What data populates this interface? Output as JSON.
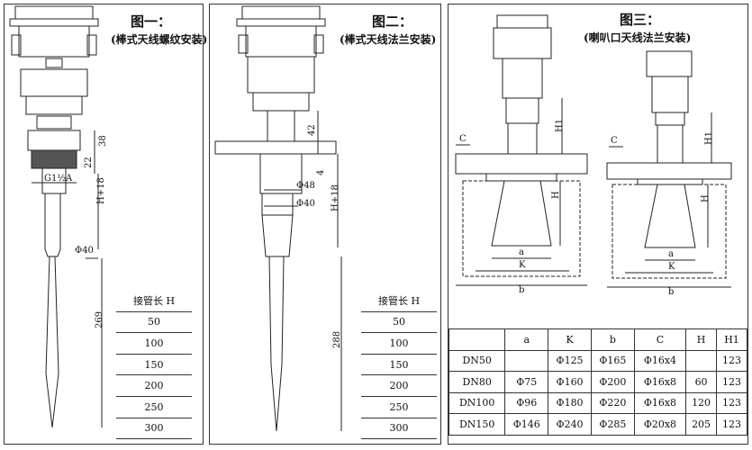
{
  "fig1": {
    "title": "图一：",
    "subtitle": "(棒式天线螺纹安装)",
    "dims": {
      "d38": "38",
      "d22": "22",
      "thread": "G1½A",
      "h18": "H+18",
      "phi40": "Φ40",
      "d269": "269"
    },
    "table_header": "接管长 H",
    "lengths": [
      "50",
      "100",
      "150",
      "200",
      "250",
      "300"
    ]
  },
  "fig2": {
    "title": "图二：",
    "subtitle": "(棒式天线法兰安装)",
    "dims": {
      "d42": "42",
      "d4": "4",
      "phi48": "Φ48",
      "phi40": "Φ40",
      "h18": "H+18",
      "d288": "288"
    },
    "table_header": "接管长 H",
    "lengths": [
      "50",
      "100",
      "150",
      "200",
      "250",
      "300"
    ]
  },
  "fig3": {
    "title": "图三：",
    "subtitle": "(喇叭口天线法兰安装)",
    "dims": {
      "h1a": "H1",
      "h1b": "H1",
      "c1": "C",
      "c2": "C",
      "ha": "H",
      "hb": "H",
      "a1": "a",
      "a2": "a",
      "k1": "K",
      "k2": "K",
      "b1": "b",
      "b2": "b"
    },
    "table": {
      "headers": [
        "",
        "a",
        "K",
        "b",
        "C",
        "H",
        "H1"
      ],
      "rows": [
        [
          "DN50",
          "",
          "Φ125",
          "Φ165",
          "Φ16x4",
          "",
          "123"
        ],
        [
          "DN80",
          "Φ75",
          "Φ160",
          "Φ200",
          "Φ16x8",
          "60",
          "123"
        ],
        [
          "DN100",
          "Φ96",
          "Φ180",
          "Φ220",
          "Φ16x8",
          "120",
          "123"
        ],
        [
          "DN150",
          "Φ146",
          "Φ240",
          "Φ285",
          "Φ20x8",
          "205",
          "123"
        ]
      ]
    }
  }
}
